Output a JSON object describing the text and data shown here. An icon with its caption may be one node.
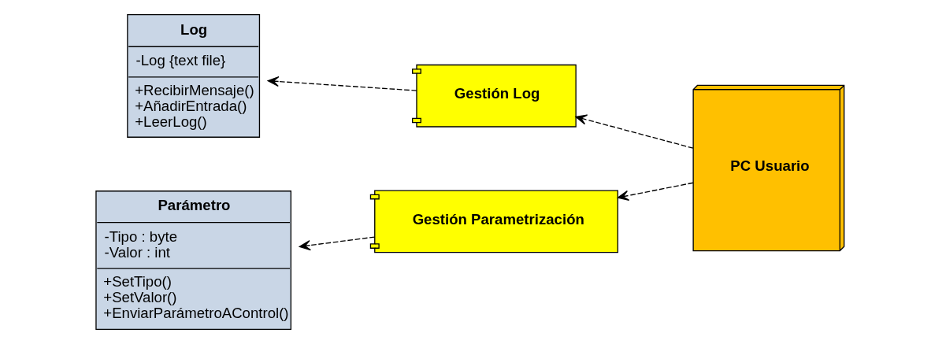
{
  "diagram": {
    "nodes": [
      {
        "text": [
          "Log",
          "-Log {text file}",
          "+RecibirMensaje()",
          "+AñadirEntrada()",
          "+LeerLog()"
        ]
      },
      {
        "text": [
          "Gestión Log"
        ]
      },
      {
        "text": [
          "PC Usuario"
        ]
      },
      {
        "text": [
          "Parámetro",
          "-Tipo : byte",
          "-Valor : int",
          "+SetTipo()",
          "+SetValor()",
          "+EnviarParámetroAControl()"
        ]
      },
      {
        "text": [
          "Gestión Parametrización"
        ]
      }
    ],
    "edges": [
      {
        "from": 1,
        "to": 0,
        "arrow": "to",
        "style": "dashed"
      },
      {
        "from": 2,
        "to": 1,
        "arrow": "to",
        "style": "dashed"
      },
      {
        "from": 2,
        "to": 4,
        "arrow": "to",
        "style": "dashed"
      },
      {
        "from": 4,
        "to": 3,
        "arrow": "to",
        "style": "dashed"
      }
    ]
  }
}
